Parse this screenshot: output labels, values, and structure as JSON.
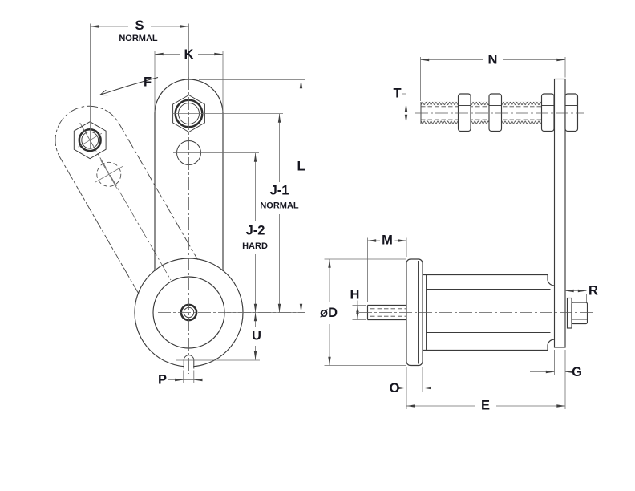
{
  "colors": {
    "background": "#ffffff",
    "outline": "#3a3a3a",
    "dimension_line": "#6e6e6e",
    "text": "#15151f"
  },
  "front_view": {
    "dims": {
      "s": {
        "label": "S",
        "sub": "NORMAL"
      },
      "k": {
        "label": "K"
      },
      "f": {
        "label": "F"
      },
      "l": {
        "label": "L"
      },
      "j1": {
        "label": "J-1",
        "sub": "NORMAL"
      },
      "j2": {
        "label": "J-2",
        "sub": "HARD"
      },
      "u": {
        "label": "U"
      },
      "p": {
        "label": "P"
      }
    }
  },
  "side_view": {
    "dims": {
      "n": {
        "label": "N"
      },
      "t": {
        "label": "T"
      },
      "m": {
        "label": "M"
      },
      "h": {
        "label": "H"
      },
      "dia": {
        "label": "øD"
      },
      "r": {
        "label": "R"
      },
      "g": {
        "label": "G"
      },
      "o": {
        "label": "O"
      },
      "e": {
        "label": "E"
      }
    }
  }
}
